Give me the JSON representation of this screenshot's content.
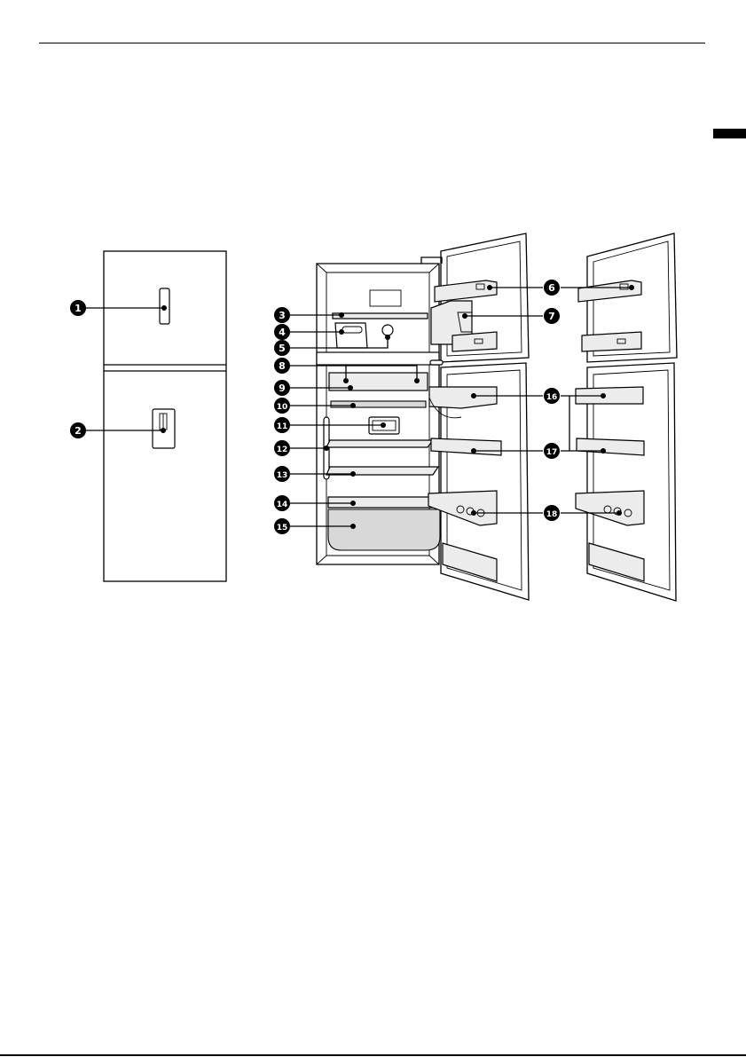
{
  "colors": {
    "ink": "#000000",
    "paper": "#ffffff",
    "part_fill": "#ececec",
    "badge_text": "#ffffff"
  },
  "callouts": [
    {
      "id": "1",
      "label": "1"
    },
    {
      "id": "2",
      "label": "2"
    },
    {
      "id": "3",
      "label": "3"
    },
    {
      "id": "4",
      "label": "4"
    },
    {
      "id": "5",
      "label": "5"
    },
    {
      "id": "6",
      "label": "6"
    },
    {
      "id": "7",
      "label": "7"
    },
    {
      "id": "8",
      "label": "8"
    },
    {
      "id": "9",
      "label": "9"
    },
    {
      "id": "10",
      "label": "10"
    },
    {
      "id": "11",
      "label": "11"
    },
    {
      "id": "12",
      "label": "12"
    },
    {
      "id": "13",
      "label": "13"
    },
    {
      "id": "14",
      "label": "14"
    },
    {
      "id": "15",
      "label": "15"
    },
    {
      "id": "16",
      "label": "16"
    },
    {
      "id": "17",
      "label": "17"
    },
    {
      "id": "18",
      "label": "18"
    }
  ]
}
